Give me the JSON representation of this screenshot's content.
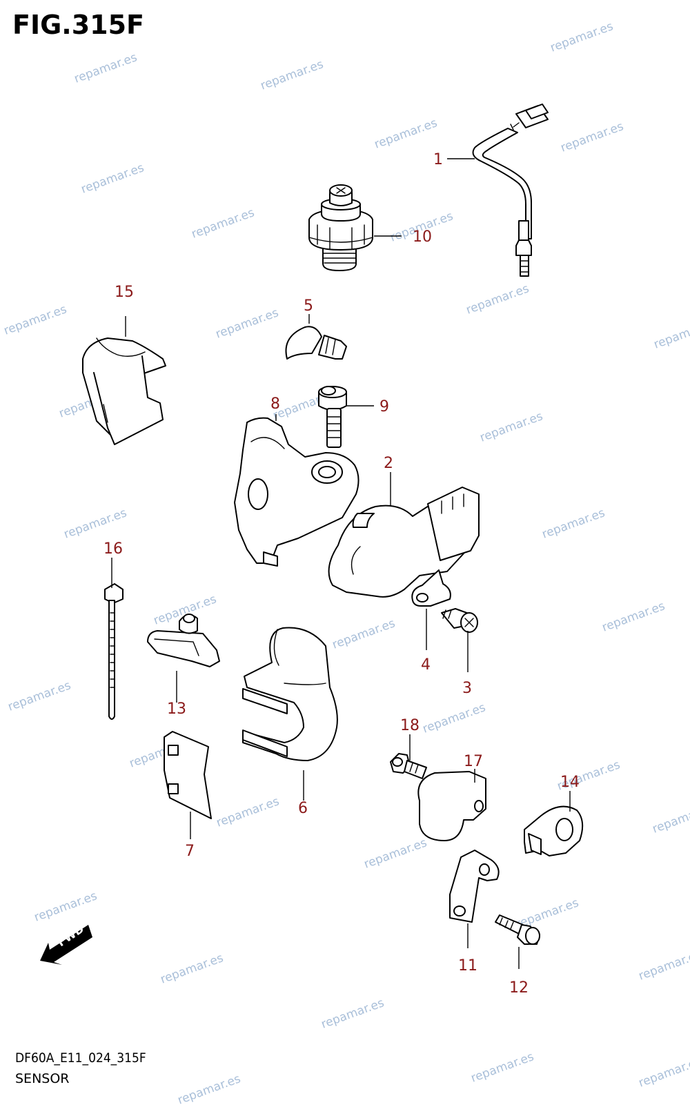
{
  "figure": {
    "title": "FIG.315F",
    "code": "DF60A_E11_024_315F",
    "name": "SENSOR"
  },
  "callouts": [
    "1",
    "2",
    "3",
    "4",
    "5",
    "6",
    "7",
    "8",
    "9",
    "10",
    "11",
    "12",
    "13",
    "14",
    "15",
    "16",
    "17",
    "18"
  ],
  "watermark": {
    "text": "repamar.es",
    "color": "#a9bfd9"
  },
  "badge": {
    "text": "FWD"
  },
  "colors": {
    "callout": "#8b1a1a",
    "line": "#000000"
  }
}
